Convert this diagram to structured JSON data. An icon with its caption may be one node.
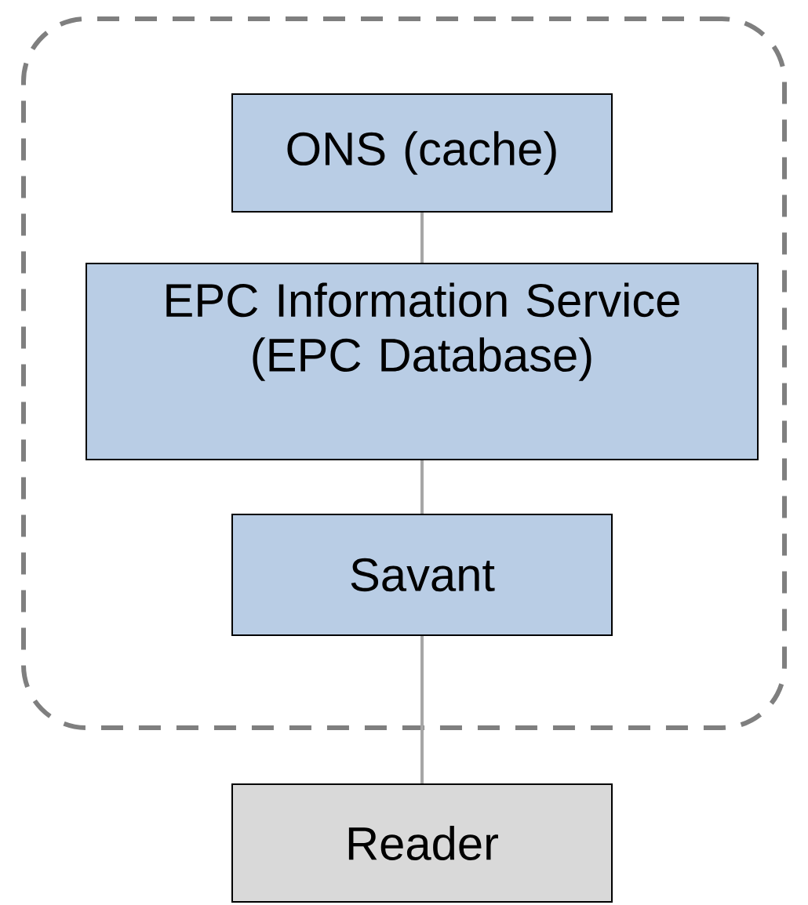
{
  "diagram": {
    "nodes": [
      {
        "text": [],
        "shape": "box"
      },
      {
        "text": [
          "ONS (cache)"
        ],
        "in": 0
      },
      {
        "text": [
          "EPC Information Service (EPC Database)"
        ],
        "in": 0
      },
      {
        "text": [
          "Savant"
        ],
        "in": 0
      },
      {
        "text": [
          "Reader"
        ]
      }
    ],
    "edges": [
      {
        "from": 1,
        "to": 2,
        "arrow": "none"
      },
      {
        "from": 2,
        "to": 3,
        "arrow": "none"
      },
      {
        "from": 3,
        "to": 4,
        "arrow": "none"
      }
    ]
  }
}
